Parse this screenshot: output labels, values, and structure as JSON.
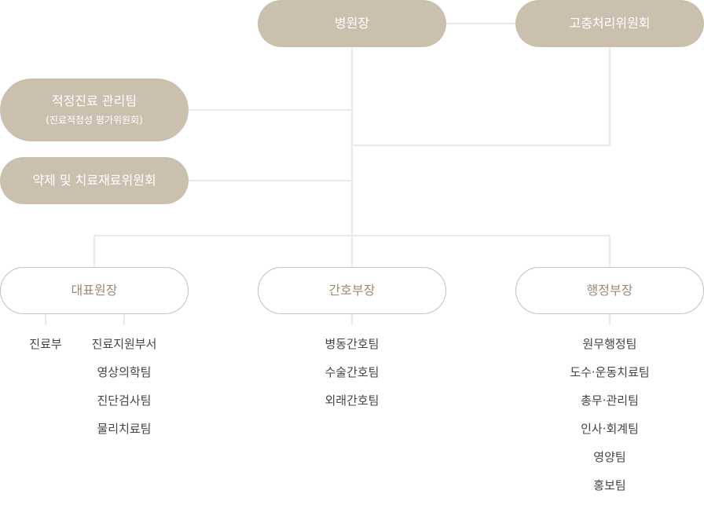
{
  "top": {
    "director": "병원장",
    "committee": "고충처리위원회"
  },
  "side": {
    "quality": {
      "title": "적정진료 관리팀",
      "subtitle": "(진료적정성 평가위원회)"
    },
    "pharmacy": {
      "title": "약제 및 치료재료위원회"
    }
  },
  "departments": [
    {
      "title": "대표원장",
      "columns": [
        {
          "items": [
            "진료부"
          ]
        },
        {
          "items": [
            "진료지원부서",
            "영상의학팀",
            "진단검사팀",
            "물리치료팀"
          ]
        }
      ]
    },
    {
      "title": "간호부장",
      "columns": [
        {
          "items": [
            "병동간호팀",
            "수술간호팀",
            "외래간호팀"
          ]
        }
      ]
    },
    {
      "title": "행정부장",
      "columns": [
        {
          "items": [
            "원무행정팀",
            "도수·운동치료팀",
            "총무·관리팀",
            "인사·회계팀",
            "영양팀",
            "홍보팀"
          ]
        }
      ]
    }
  ],
  "colors": {
    "accent": "#cbbfae",
    "line": "#ece8e2",
    "text_outline": "#9c8a72"
  }
}
